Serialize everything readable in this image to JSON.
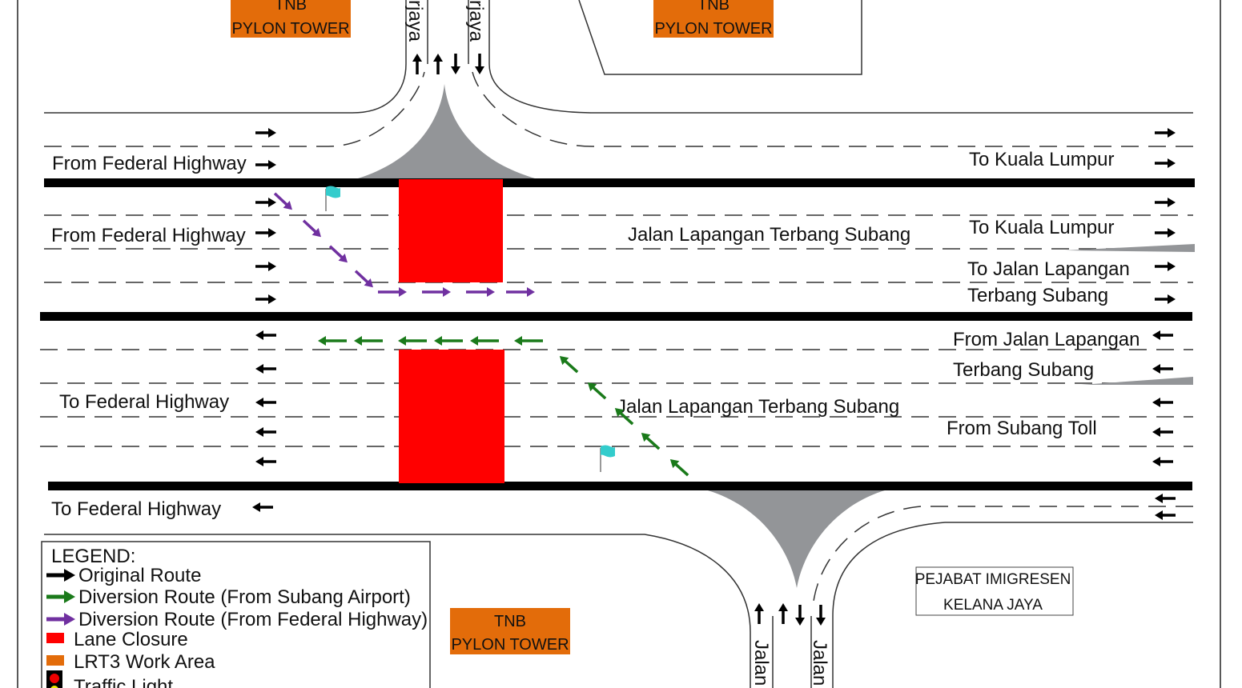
{
  "labels": {
    "from_federal_1": "From Federal Highway",
    "from_federal_2": "From Federal Highway",
    "to_kl_1": "To Kuala Lumpur",
    "to_kl_2": "To Kuala Lumpur",
    "to_jalan_1": "To Jalan Lapangan",
    "to_jalan_2": "Terbang Subang",
    "from_jalan_1": "From Jalan Lapangan",
    "from_jalan_2": "Terbang Subang",
    "from_subang_toll": "From Subang Toll",
    "to_federal_1": "To Federal Highway",
    "to_federal_2": "To Federal Highway",
    "jalan_lts_1": "Jalan Lapangan Terbang Subang",
    "jalan_lts_2": "Jalan Lapangan Terbang Subang",
    "top_road_left": "rjaya",
    "top_road_right": "rjaya",
    "bottom_road_left": "Jalan",
    "bottom_road_right": "Jalan"
  },
  "boxes": {
    "pylon_1": [
      "TNB",
      "PYLON TOWER"
    ],
    "pylon_2": [
      "TNB",
      "PYLON TOWER"
    ],
    "pylon_3": [
      "TNB",
      "PYLON TOWER"
    ],
    "imigresen": [
      "PEJABAT IMIGRESEN",
      "KELANA JAYA"
    ]
  },
  "legend": {
    "title": "LEGEND:",
    "items": [
      {
        "label": "Original Route",
        "color": "#000000"
      },
      {
        "label": "Diversion Route (From Subang Airport)",
        "color": "#1a7a1a"
      },
      {
        "label": "Diversion  Route (From Federal Highway)",
        "color": "#7030a0"
      },
      {
        "label": "Lane Closure",
        "color": "#ff0000"
      },
      {
        "label": "LRT3 Work Area",
        "color": "#e36c0a"
      },
      {
        "label": "Traffic Light",
        "color": "#000000"
      }
    ]
  },
  "colors": {
    "closure": "#ff0000",
    "work_area": "#e36c0a",
    "island": "#939598",
    "flag": "#33cccc"
  }
}
